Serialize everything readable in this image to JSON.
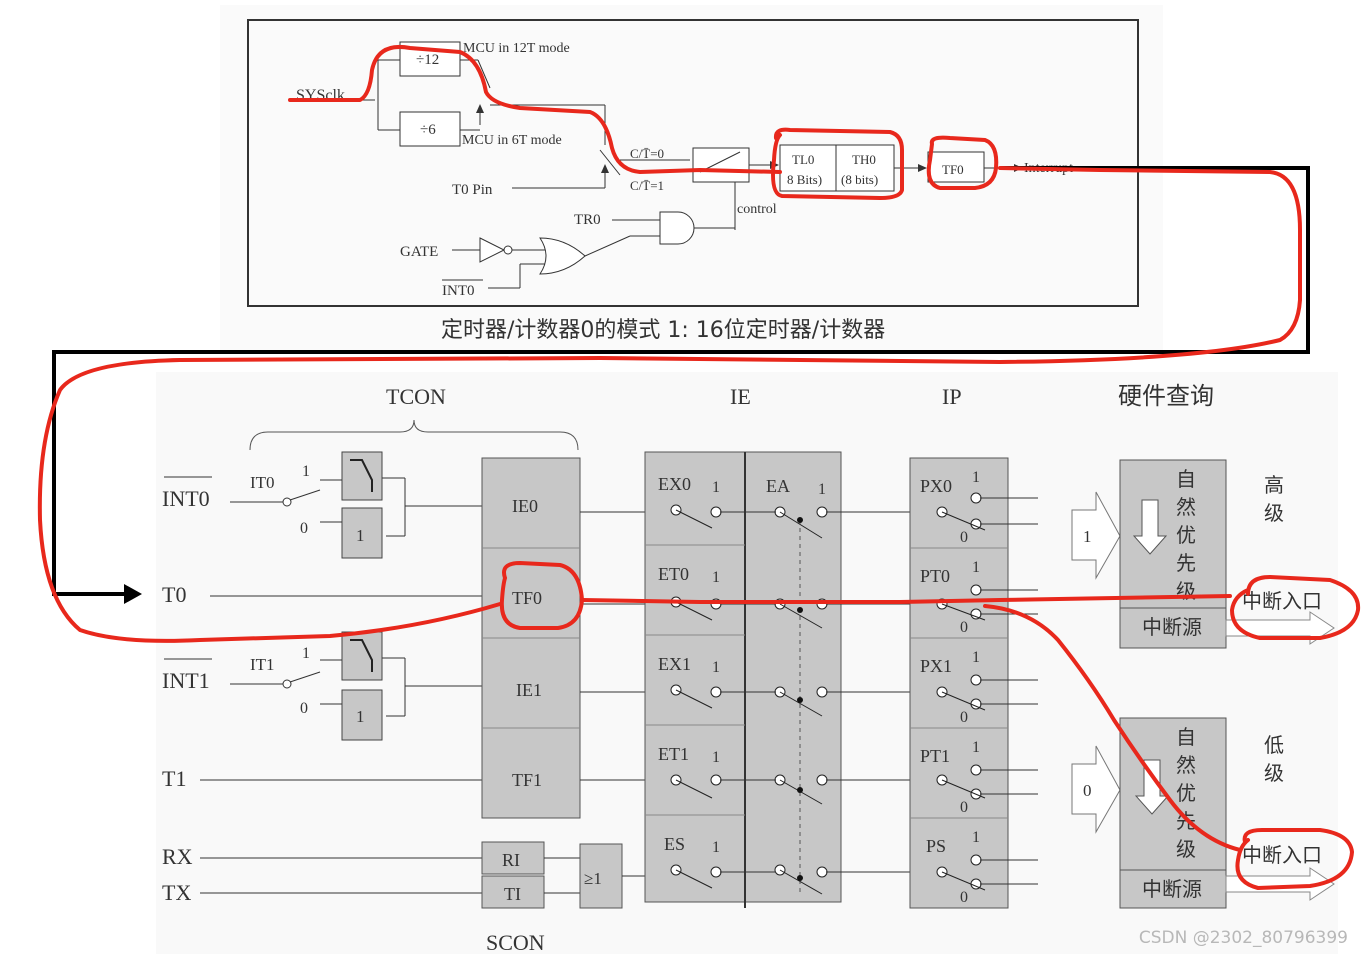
{
  "top_diagram": {
    "sysclk": "SYSclk",
    "div12": "÷12",
    "div6": "÷6",
    "mode12t": "MCU in 12T mode",
    "mode6t": "MCU in 6T mode",
    "ct0": "C/T̄=0",
    "ct1": "C/T̄=1",
    "t0pin": "T0 Pin",
    "tr0": "TR0",
    "gate": "GATE",
    "int0": "INT0",
    "control": "control",
    "tl0": "TL0",
    "tl0_bits": "8 Bits)",
    "th0": "TH0",
    "th0_bits": "(8 bits)",
    "tf0": "TF0",
    "interrupt": "Interrupt",
    "caption": "定时器/计数器0的模式 1: 16位定时器/计数器"
  },
  "bottom_diagram": {
    "headers": {
      "tcon": "TCON",
      "ie": "IE",
      "ip": "IP",
      "hw": "硬件查询"
    },
    "inputs": {
      "int0": "INT0",
      "t0": "T0",
      "int1": "INT1",
      "t1": "T1",
      "rx": "RX",
      "tx": "TX"
    },
    "it0": "IT0",
    "it1": "IT1",
    "one": "1",
    "zero": "0",
    "flags": [
      "IE0",
      "TF0",
      "IE1",
      "TF1"
    ],
    "ri": "RI",
    "ti": "TI",
    "or_gate": "≥1",
    "scon": "SCON",
    "ie_bits": [
      "EX0",
      "ET0",
      "EX1",
      "ET1",
      "ES"
    ],
    "ea": "EA",
    "ip_bits": [
      "PX0",
      "PT0",
      "PX1",
      "PT1",
      "PS"
    ],
    "high_arrow": "1",
    "low_arrow": "0",
    "natural_priority": [
      "自",
      "然",
      "优",
      "先",
      "级"
    ],
    "int_source": "中断源",
    "high": [
      "高",
      "级"
    ],
    "low": [
      "低",
      "级"
    ],
    "int_entry": "中断入口"
  },
  "watermark": "CSDN @2302_80796399",
  "colors": {
    "annotation": "#e8281c",
    "box_fill": "#c7c7c7",
    "black_arrow": "#000000"
  }
}
